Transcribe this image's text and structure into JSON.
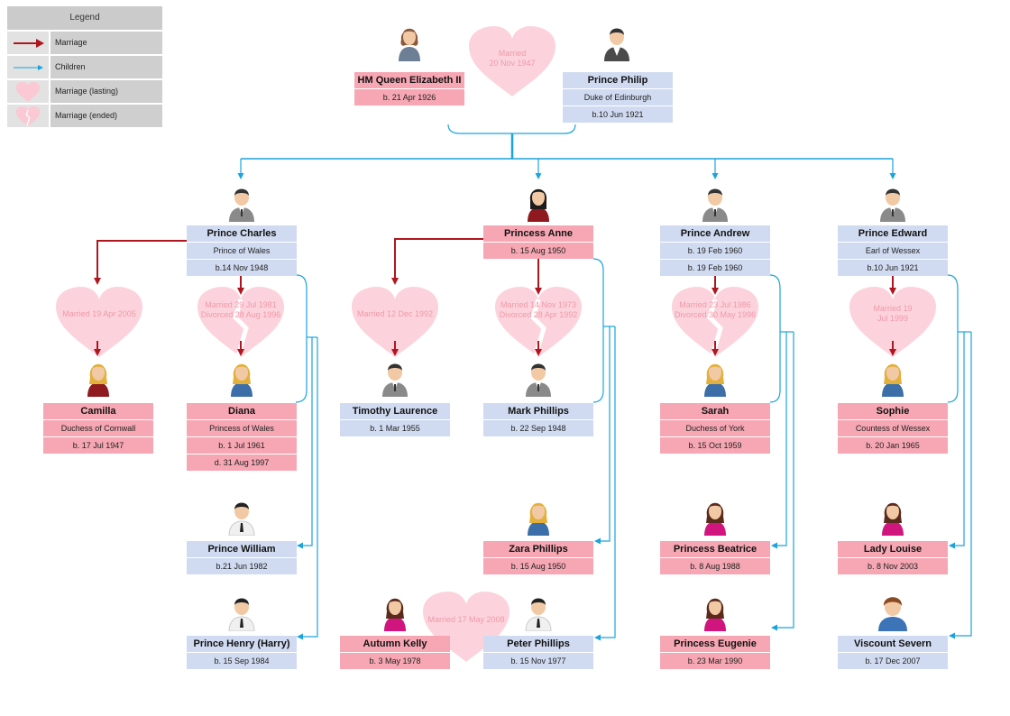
{
  "legend": {
    "title": "Legend",
    "items": [
      {
        "label": "Marriage",
        "icon": "marriage-arrow-icon"
      },
      {
        "label": "Children",
        "icon": "children-arrow-icon"
      },
      {
        "label": "Marriage (lasting)",
        "icon": "heart-icon"
      },
      {
        "label": "Marriage (ended)",
        "icon": "broken-heart-icon"
      }
    ]
  },
  "colors": {
    "male_card": "#d0dbf1",
    "female_card": "#f6a7b3",
    "marriage_line": "#b0161f",
    "children_line": "#1aa3de",
    "heart": "#fcd3dc"
  },
  "marriages": {
    "elizabeth_philip": "Married\n20 Nov 1947",
    "charles_camilla": "Married 19 Apr 2005",
    "charles_diana": "Married 29 Jul 1981\nDivorced 28 Aug 1996",
    "anne_laurence": "Married 12 Dec 1992",
    "anne_phillips": "Married 14 Nov 1973\nDivorced 28 Apr 1992",
    "andrew_sarah": "Married 23 Jul 1986\nDivorced 30 May 1996",
    "edward_sophie": "Married 19\nJul 1999",
    "peter_autumn": "Married 17 May 2008"
  },
  "people": {
    "elizabeth": {
      "name": "HM Queen Elizabeth II",
      "lines": [
        "b. 21 Apr 1926"
      ]
    },
    "philip": {
      "name": "Prince Philip",
      "lines": [
        "Duke of Edinburgh",
        "b.10 Jun 1921"
      ]
    },
    "charles": {
      "name": "Prince Charles",
      "lines": [
        "Prince of Wales",
        "b.14 Nov 1948"
      ]
    },
    "anne": {
      "name": "Princess Anne",
      "lines": [
        "b. 15 Aug 1950"
      ]
    },
    "andrew": {
      "name": "Prince Andrew",
      "lines": [
        "b. 19 Feb 1960",
        "b. 19 Feb 1960"
      ]
    },
    "edward": {
      "name": "Prince Edward",
      "lines": [
        "Earl of Wessex",
        "b.10 Jun 1921"
      ]
    },
    "camilla": {
      "name": "Camilla",
      "lines": [
        "Duchess of Cornwall",
        "b. 17 Jul 1947"
      ]
    },
    "diana": {
      "name": "Diana",
      "lines": [
        "Princess of Wales",
        "b. 1 Jul 1961",
        "d. 31 Aug 1997"
      ]
    },
    "laurence": {
      "name": "Timothy Laurence",
      "lines": [
        "b. 1 Mar 1955"
      ]
    },
    "mark": {
      "name": "Mark Phillips",
      "lines": [
        "b. 22 Sep 1948"
      ]
    },
    "sarah": {
      "name": "Sarah",
      "lines": [
        "Duchess of York",
        "b. 15 Oct 1959"
      ]
    },
    "sophie": {
      "name": "Sophie",
      "lines": [
        "Countess of Wessex",
        "b. 20 Jan 1965"
      ]
    },
    "william": {
      "name": "Prince William",
      "lines": [
        "b.21 Jun 1982"
      ]
    },
    "harry": {
      "name": "Prince Henry (Harry)",
      "lines": [
        "b. 15 Sep 1984"
      ]
    },
    "zara": {
      "name": "Zara Phillips",
      "lines": [
        "b. 15 Aug 1950"
      ]
    },
    "autumn": {
      "name": "Autumn Kelly",
      "lines": [
        "b. 3 May 1978"
      ]
    },
    "peter": {
      "name": "Peter Phillips",
      "lines": [
        "b. 15 Nov 1977"
      ]
    },
    "beatrice": {
      "name": "Princess Beatrice",
      "lines": [
        "b. 8 Aug 1988"
      ]
    },
    "eugenie": {
      "name": "Princess Eugenie",
      "lines": [
        "b. 23 Mar 1990"
      ]
    },
    "louise": {
      "name": "Lady Louise",
      "lines": [
        "b. 8 Nov 2003"
      ]
    },
    "severn": {
      "name": "Viscount Severn",
      "lines": [
        "b. 17 Dec 2007"
      ]
    }
  }
}
